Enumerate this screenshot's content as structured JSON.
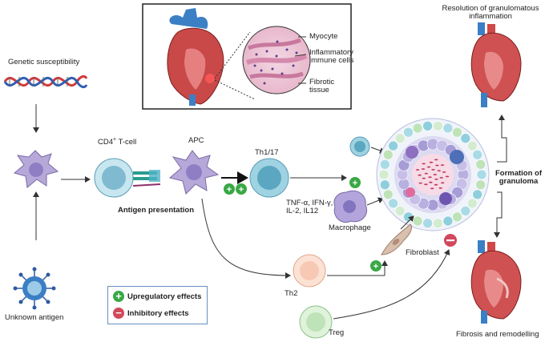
{
  "labels": {
    "genetic_susceptibility": "Genetic susceptibility",
    "unknown_antigen": "Unknown antigen",
    "cd4_tcell": "CD4",
    "cd4_sup": "+",
    "cd4_suffix": " T-cell",
    "apc": "APC",
    "antigen_presentation": "Antigen presentation",
    "th1_17": "Th1/17",
    "th2": "Th2",
    "treg": "Treg",
    "cytokines_line1": "TNF-α, IFN-γ,",
    "cytokines_line2": "IL-2, IL12",
    "macrophage": "Macrophage",
    "fibroblast": "Fibroblast",
    "myocyte": "Myocyte",
    "inflammatory_line1": "Inflammatory",
    "inflammatory_line2": "immune cells",
    "fibrotic_line1": "Fibrotic",
    "fibrotic_line2": "tissue",
    "resolution_line1": "Resolution of granulomatous",
    "resolution_line2": "inflammation",
    "formation_line1": "Formation of",
    "formation_line2": "granuloma",
    "fibrosis": "Fibrosis and remodelling"
  },
  "legend": {
    "up_symbol": "+",
    "up_label": "Upregulatory effects",
    "down_symbol": "−",
    "down_label": "Inhibitory effects"
  },
  "colors": {
    "upregulatory": "#3aa845",
    "inhibitory": "#d1495b",
    "apc_cell": "#b6a8d8",
    "tcell": "#9fd3e2",
    "th2": "#f7c9b4",
    "treg": "#bfe3b8",
    "heart": "#d85a5a",
    "vessel_blue": "#3b7fc4"
  }
}
